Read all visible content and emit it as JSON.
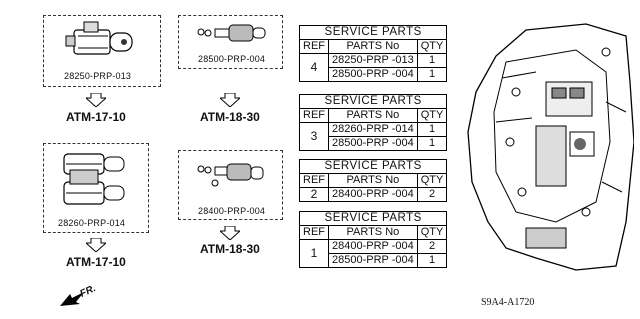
{
  "components": [
    {
      "part_number": "28250-PRP-013",
      "ref": "ATM-17-10"
    },
    {
      "part_number": "28500-PRP-004",
      "ref": "ATM-18-30"
    },
    {
      "part_number": "28260-PRP-014",
      "ref": "ATM-17-10"
    },
    {
      "part_number": "28400-PRP-004",
      "ref": "ATM-18-30"
    }
  ],
  "service_tables": [
    {
      "title": "SERVICE PARTS",
      "headers": [
        "REF",
        "PARTS No",
        "QTY"
      ],
      "ref": "4",
      "rows": [
        {
          "part": "28250-PRP -013",
          "qty": "1"
        },
        {
          "part": "28500-PRP -004",
          "qty": "1"
        }
      ]
    },
    {
      "title": "SERVICE PARTS",
      "headers": [
        "REF",
        "PARTS No",
        "QTY"
      ],
      "ref": "3",
      "rows": [
        {
          "part": "28260-PRP -014",
          "qty": "1"
        },
        {
          "part": "28500-PRP -004",
          "qty": "1"
        }
      ]
    },
    {
      "title": "SERVICE PARTS",
      "headers": [
        "REF",
        "PARTS No",
        "QTY"
      ],
      "ref": "2",
      "rows": [
        {
          "part": "28400-PRP -004",
          "qty": "2"
        }
      ]
    },
    {
      "title": "SERVICE PARTS",
      "headers": [
        "REF",
        "PARTS No",
        "QTY"
      ],
      "ref": "1",
      "rows": [
        {
          "part": "28400-PRP -004",
          "qty": "2"
        },
        {
          "part": "28500-PRP -004",
          "qty": "1"
        }
      ]
    }
  ],
  "direction_label": "FR.",
  "diagram_code": "S9A4-A1720"
}
